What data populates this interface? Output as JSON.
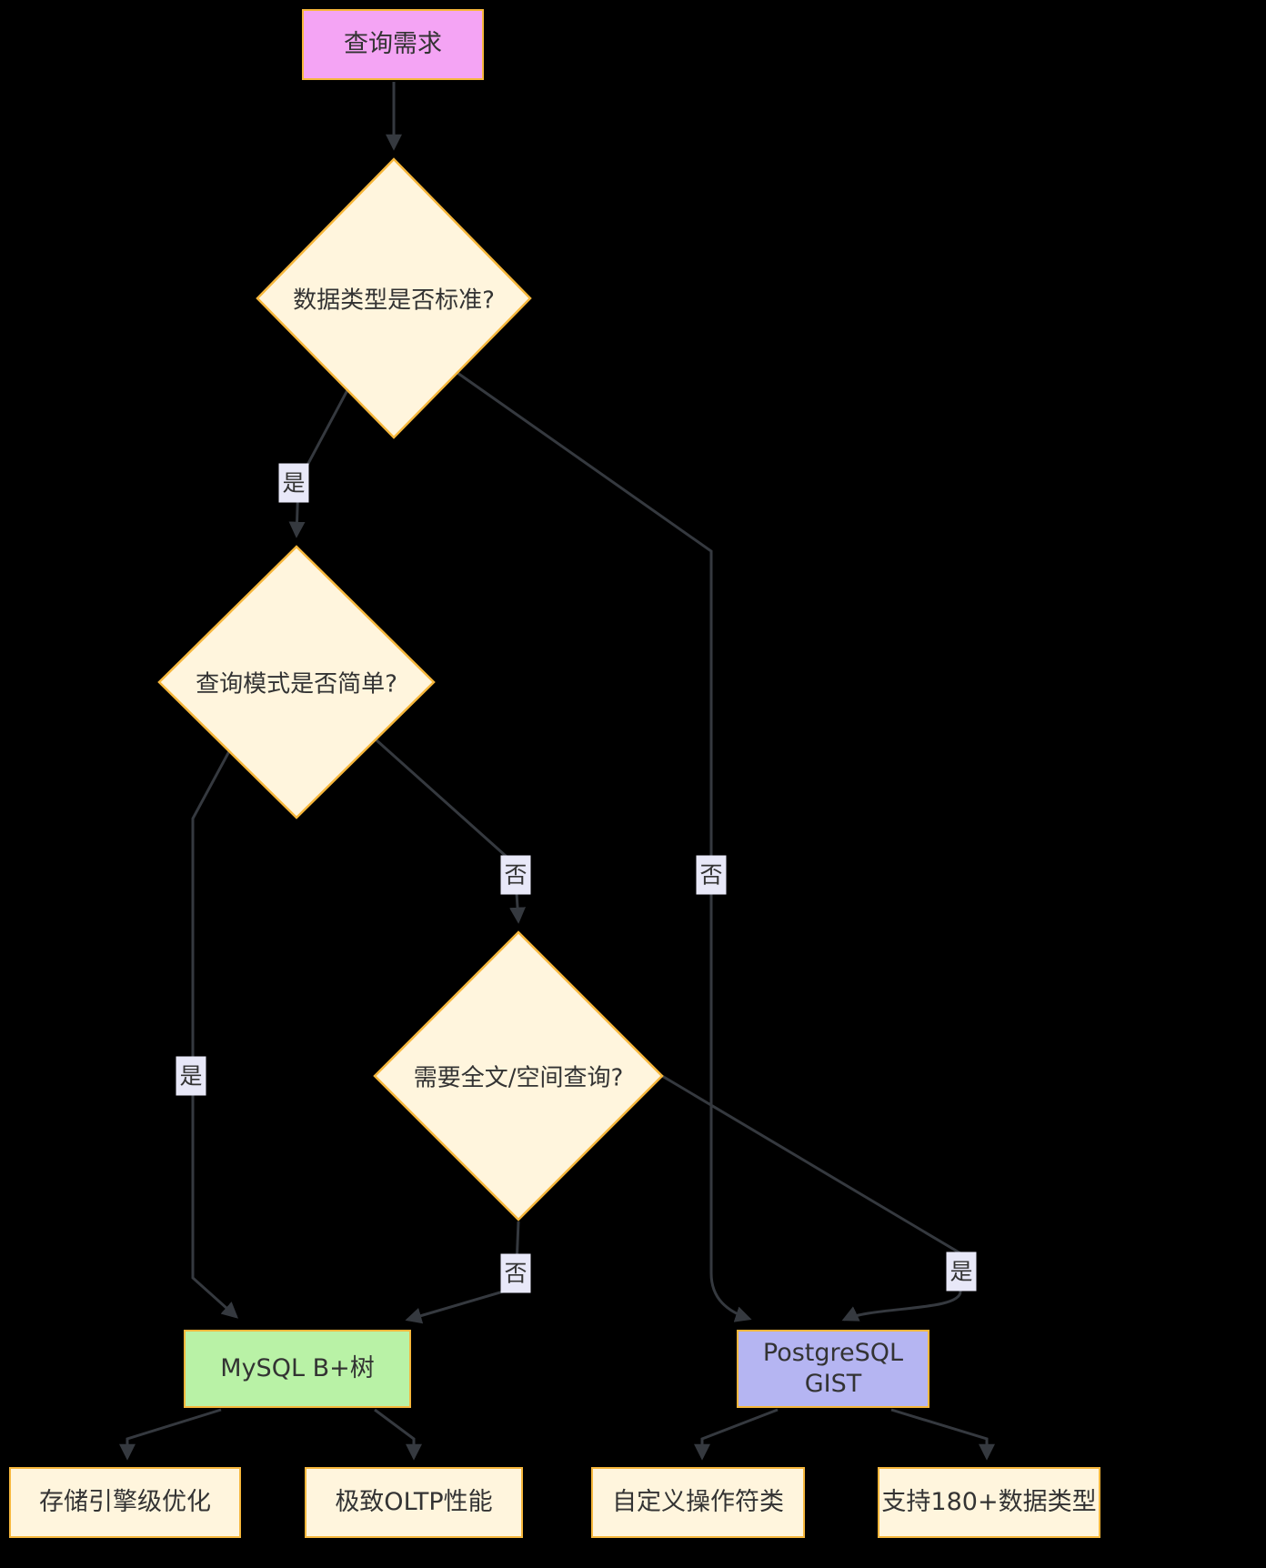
{
  "diagram": {
    "type": "flowchart",
    "nodes": {
      "start": {
        "label": "查询需求",
        "shape": "rect",
        "role": "start"
      },
      "d1": {
        "label": "数据类型是否标准?",
        "shape": "diamond",
        "role": "decision"
      },
      "d2": {
        "label": "查询模式是否简单?",
        "shape": "diamond",
        "role": "decision"
      },
      "d3": {
        "label": "需要全文/空间查询?",
        "shape": "diamond",
        "role": "decision"
      },
      "mysql": {
        "label": "MySQL B+树",
        "shape": "rect",
        "role": "result"
      },
      "pg": {
        "label": "PostgreSQL GIST",
        "shape": "rect",
        "role": "result"
      },
      "mysql_leaf1": {
        "label": "存储引擎级优化",
        "shape": "rect",
        "role": "leaf"
      },
      "mysql_leaf2": {
        "label": "极致OLTP性能",
        "shape": "rect",
        "role": "leaf"
      },
      "pg_leaf1": {
        "label": "自定义操作符类",
        "shape": "rect",
        "role": "leaf"
      },
      "pg_leaf2": {
        "label": "支持180+数据类型",
        "shape": "rect",
        "role": "leaf"
      }
    },
    "edges": [
      {
        "from": "start",
        "to": "d1",
        "label": ""
      },
      {
        "from": "d1",
        "to": "d2",
        "label": "是"
      },
      {
        "from": "d1",
        "to": "pg",
        "label": "否"
      },
      {
        "from": "d2",
        "to": "mysql",
        "label": "是"
      },
      {
        "from": "d2",
        "to": "d3",
        "label": "否"
      },
      {
        "from": "d3",
        "to": "mysql",
        "label": "否"
      },
      {
        "from": "d3",
        "to": "pg",
        "label": "是"
      },
      {
        "from": "mysql",
        "to": "mysql_leaf1",
        "label": ""
      },
      {
        "from": "mysql",
        "to": "mysql_leaf2",
        "label": ""
      },
      {
        "from": "pg",
        "to": "pg_leaf1",
        "label": ""
      },
      {
        "from": "pg",
        "to": "pg_leaf2",
        "label": ""
      }
    ],
    "colors": {
      "background": "#000000",
      "decision_fill": "#fff5dd",
      "node_border": "#f6b73c",
      "start_fill": "#f4a4f4",
      "mysql_fill": "#b9f2a6",
      "pg_fill": "#b5b5f2",
      "leaf_fill": "#fff5dd",
      "edge": "#35393f",
      "edge_label_bg": "#e8e8f8",
      "text": "#333333"
    }
  }
}
